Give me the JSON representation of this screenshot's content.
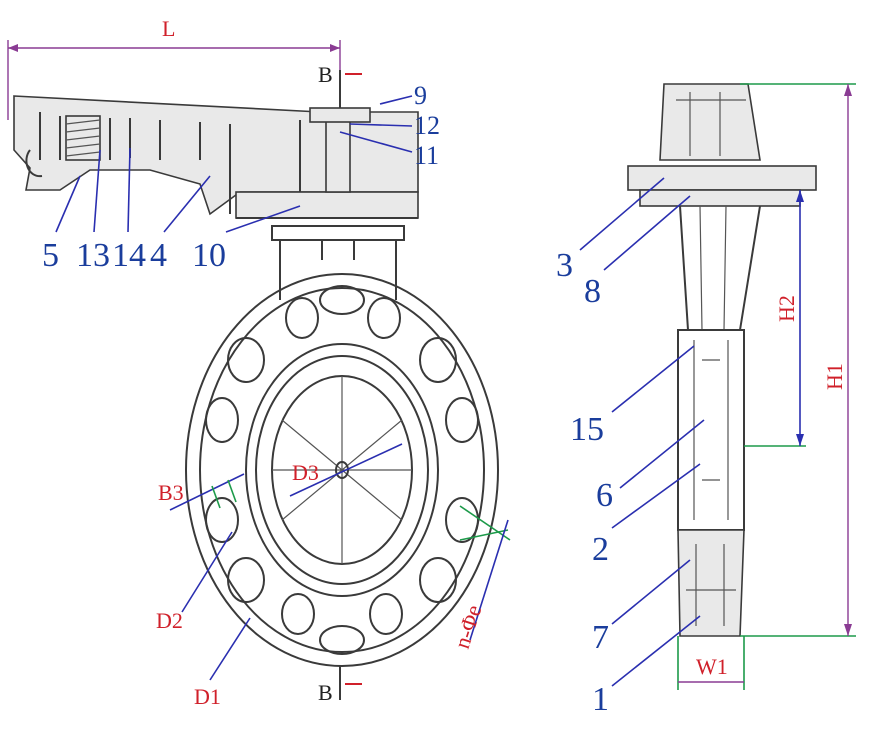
{
  "dimensions": {
    "L": "L",
    "B_top": "B",
    "B_bottom": "B",
    "B3": "B3",
    "D3": "D3",
    "D2": "D2",
    "D1": "D1",
    "n_phi_e": "n-Φe",
    "H1": "H1",
    "H2": "H2",
    "W1": "W1"
  },
  "part_numbers": {
    "p9": "9",
    "p12": "12",
    "p11": "11",
    "p5": "5",
    "p13": "13",
    "p14": "14",
    "p4": "4",
    "p10": "10",
    "p3": "3",
    "p8": "8",
    "p15": "15",
    "p6": "6",
    "p2": "2",
    "p7": "7",
    "p1": "1"
  },
  "colors": {
    "dimension_purple": "#8a3b93",
    "dimension_green": "#1d9a4a",
    "label_blue": "#1a3d9c",
    "label_red": "#d0202a",
    "outline": "#3a3a3a"
  }
}
